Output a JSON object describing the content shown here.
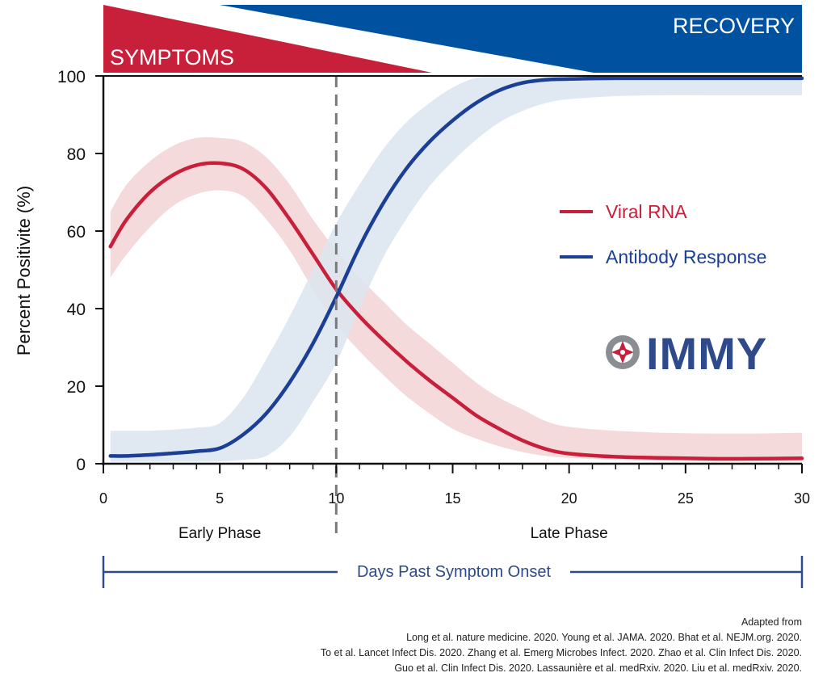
{
  "banner": {
    "symptoms_label": "SYMPTOMS",
    "recovery_label": "RECOVERY",
    "symptoms_color": "#c8203a",
    "recovery_color": "#0052a0"
  },
  "chart_data": {
    "type": "line",
    "xlabel": "Days Past Symptom Onset",
    "ylabel": "Percent Positivite (%)",
    "xlim": [
      0,
      30
    ],
    "ylim": [
      0,
      100
    ],
    "xticks": [
      0,
      5,
      10,
      15,
      20,
      25,
      30
    ],
    "yticks": [
      0,
      20,
      40,
      60,
      80,
      100
    ],
    "grid": false,
    "legend_position": "right",
    "vline": {
      "x": 10,
      "style": "dashed"
    },
    "phases": [
      {
        "label": "Early Phase",
        "x": 5
      },
      {
        "label": "Late Phase",
        "x": 20
      }
    ],
    "series": [
      {
        "name": "Viral RNA",
        "color": "#c8203a",
        "band_color": "#f3d3d6",
        "x": [
          0.3,
          1,
          2,
          3,
          4,
          5,
          6,
          7,
          8,
          9,
          10,
          11,
          12,
          13,
          14,
          15,
          16,
          17,
          18,
          19,
          20,
          22,
          24,
          26,
          28,
          30
        ],
        "y": [
          56,
          63,
          70,
          74.5,
          77,
          77.5,
          76,
          71,
          63,
          54,
          45,
          38,
          32,
          26.5,
          21.5,
          17,
          12.5,
          9,
          6,
          3.8,
          2.6,
          1.8,
          1.5,
          1.3,
          1.3,
          1.4
        ],
        "lower": [
          48,
          54,
          61,
          66.5,
          69.5,
          70.5,
          69,
          63,
          55,
          45,
          36,
          29,
          23,
          17.5,
          13,
          9,
          6.5,
          4.5,
          3,
          2,
          1.5,
          1,
          0.8,
          0.6,
          0.6,
          0.6
        ],
        "upper": [
          65,
          72,
          78,
          82,
          84,
          84,
          83,
          79,
          72,
          63,
          55,
          48,
          42,
          36,
          31,
          26,
          21,
          17,
          14,
          11,
          9.5,
          8.5,
          8,
          7.8,
          7.8,
          8
        ]
      },
      {
        "name": "Antibody Response",
        "color": "#1b3f94",
        "band_color": "#dbe5f0",
        "x": [
          0.3,
          1,
          2,
          3,
          4,
          5,
          6,
          7,
          8,
          9,
          10,
          11,
          12,
          13,
          14,
          15,
          16,
          17,
          18,
          19,
          20,
          22,
          24,
          26,
          28,
          30
        ],
        "y": [
          2,
          2,
          2.3,
          2.7,
          3.2,
          4,
          7.5,
          13,
          21,
          31,
          43,
          56,
          67,
          76,
          83,
          88.5,
          93,
          96.3,
          98.2,
          99,
          99.2,
          99.4,
          99.4,
          99.4,
          99.4,
          99.4
        ],
        "lower": [
          0.5,
          0.5,
          0.5,
          0.5,
          0.5,
          0.6,
          1,
          2,
          7,
          16,
          26,
          40,
          53,
          63,
          71.5,
          78,
          83.5,
          88,
          91,
          93,
          94,
          94.8,
          95,
          95,
          95,
          95
        ],
        "upper": [
          8.5,
          8.5,
          8.5,
          8.8,
          9.3,
          10.5,
          17,
          27,
          38,
          50,
          62,
          72,
          81,
          88,
          93,
          97,
          99.5,
          100,
          100,
          100,
          100,
          100,
          100,
          100,
          100,
          100
        ]
      }
    ]
  },
  "logo": {
    "text": "IMMY",
    "emblem": "compass-star-icon"
  },
  "references": [
    "Adapted from",
    "Long et al. nature medicine. 2020.  Young et al. JAMA. 2020.  Bhat et al. NEJM.org. 2020.",
    "To et al. Lancet Infect Dis. 2020.  Zhang et al. Emerg Microbes Infect. 2020.  Zhao et al. Clin Infect Dis. 2020.",
    "Guo et al. Clin Infect Dis. 2020.  Lassaunière et al. medRxiv. 2020.  Liu et al. medRxiv. 2020."
  ]
}
